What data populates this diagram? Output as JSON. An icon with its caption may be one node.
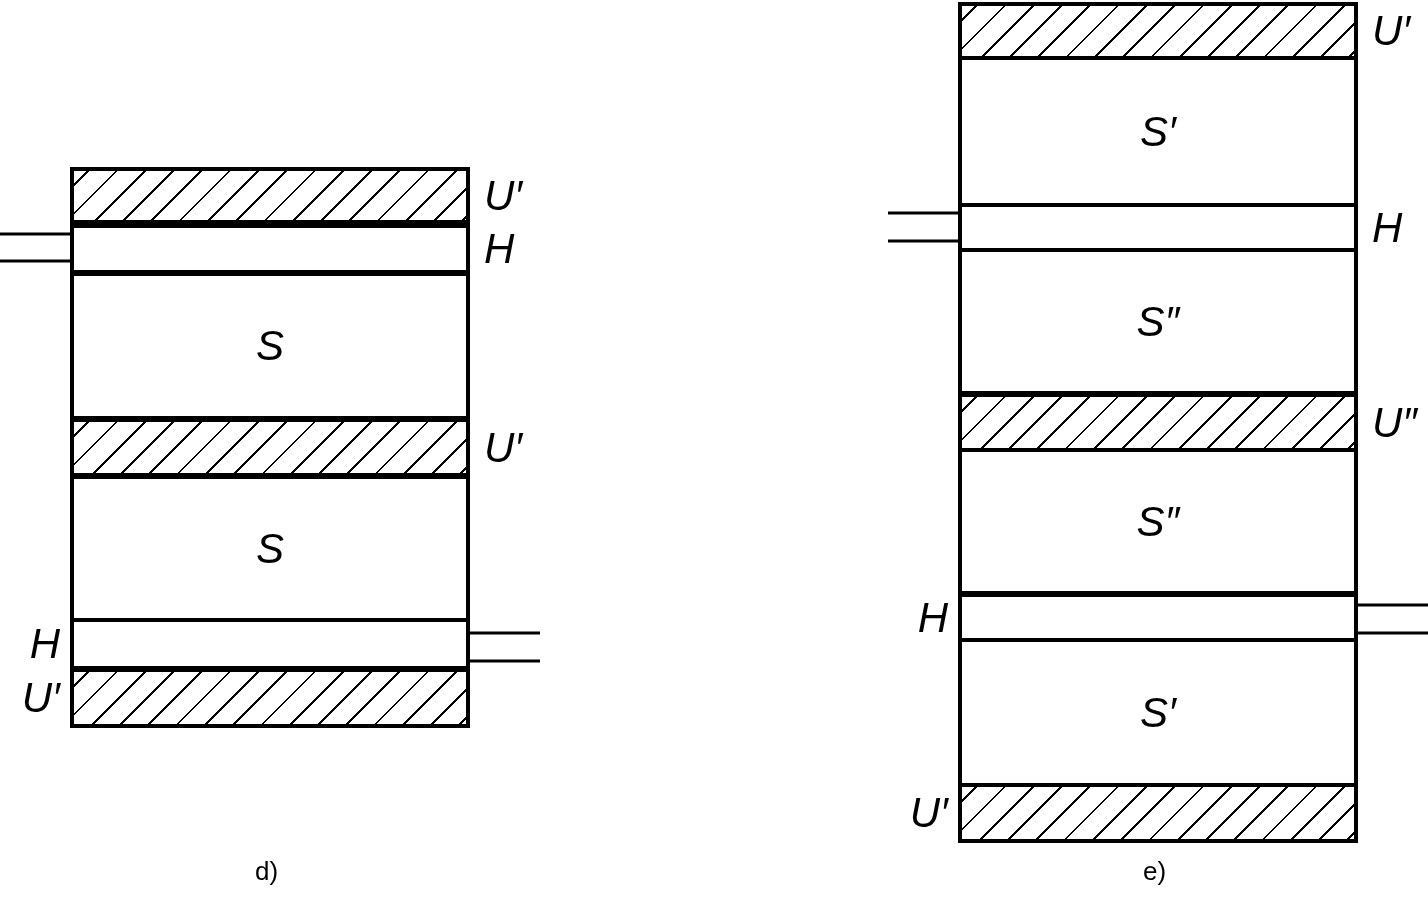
{
  "diagram": {
    "nodes": [
      {
        "text": [
          "U′"
        ]
      },
      {
        "text": [
          "H"
        ]
      },
      {
        "text": [
          "S"
        ]
      },
      {
        "text": [
          "U′"
        ]
      },
      {
        "text": [
          "S"
        ]
      },
      {
        "text": [
          "H"
        ]
      },
      {
        "text": [
          "U′"
        ]
      },
      {
        "text": [
          "U′"
        ]
      },
      {
        "text": [
          "S′"
        ]
      },
      {
        "text": [
          "H"
        ]
      },
      {
        "text": [
          "S″"
        ]
      },
      {
        "text": [
          "U″"
        ]
      },
      {
        "text": [
          "S″"
        ]
      },
      {
        "text": [
          "H"
        ]
      },
      {
        "text": [
          "S′"
        ]
      },
      {
        "text": [
          "U′"
        ]
      }
    ],
    "labels": [
      "d)",
      "e)"
    ]
  }
}
